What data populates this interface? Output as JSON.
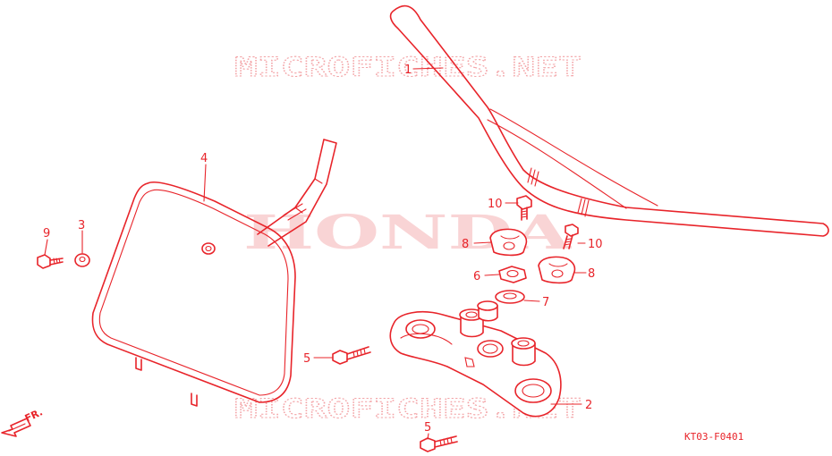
{
  "watermarks": {
    "site": "MICROFICHES.NET",
    "brand": "HONDA"
  },
  "diagram_code": "KT03-F0401",
  "direction_label": "FR.",
  "callouts": {
    "handlebar": "1",
    "top_bridge": "2",
    "washer_small": "3",
    "number_plate": "4",
    "bolt_upper": "5",
    "bolt_lower": "5",
    "nut": "6",
    "washer": "7",
    "holder_left": "8",
    "holder_right": "8",
    "screw": "9",
    "bolt_holder_left": "10",
    "bolt_holder_right": "10"
  },
  "palette": {
    "line": "#e8242a",
    "watermark": "#f3a3a6",
    "brand_watermark": "#f7c6c8"
  }
}
